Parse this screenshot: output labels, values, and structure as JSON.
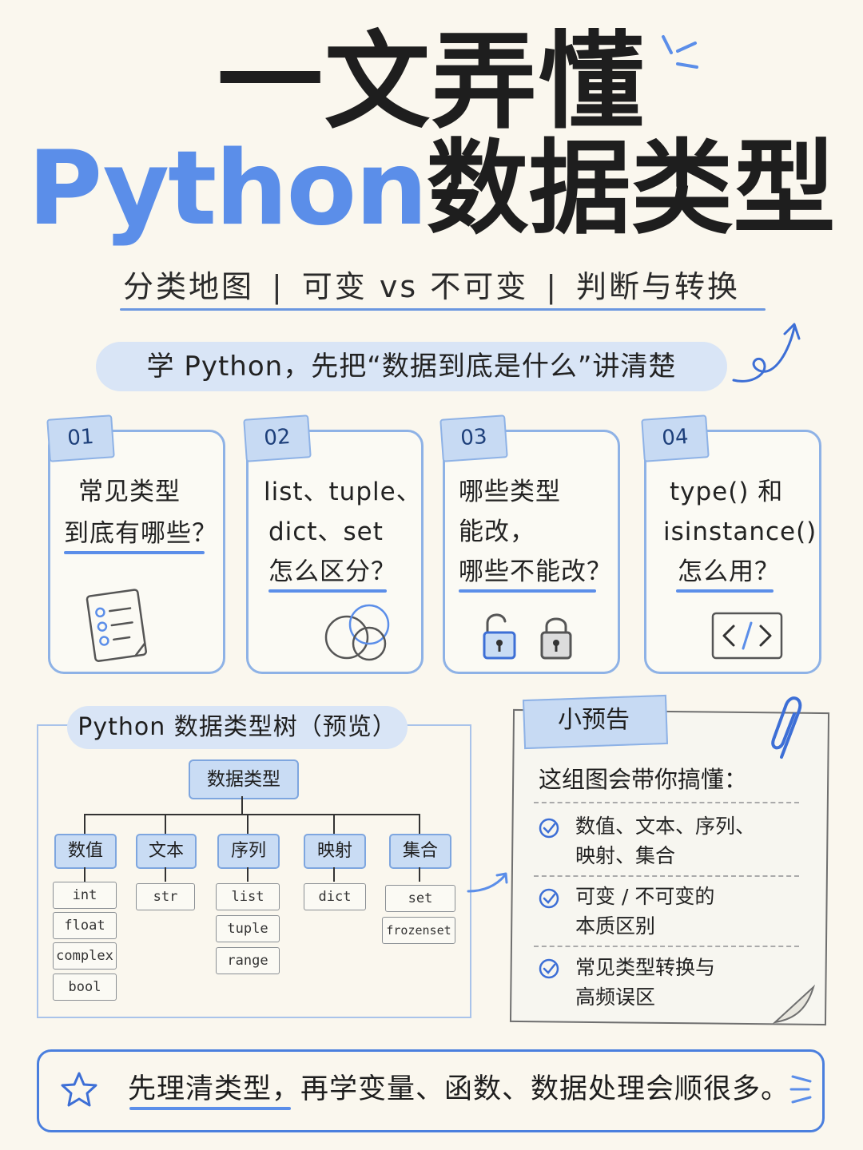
{
  "title": {
    "line1": "一文弄懂",
    "line2_highlight": "Python",
    "line2_rest": "数据类型"
  },
  "subtitle": {
    "parts": [
      "分类地图",
      "可变 vs 不可变",
      "判断与转换"
    ],
    "separator": "|"
  },
  "banner": "学 Python，先把“数据到底是什么”讲清楚",
  "cards": [
    {
      "num": "01",
      "lines": [
        "常见类型",
        "到底有哪些？"
      ],
      "icon": "document-list-icon"
    },
    {
      "num": "02",
      "lines": [
        "list、tuple、",
        "dict、set",
        "怎么区分？"
      ],
      "icon": "venn-circles-icon"
    },
    {
      "num": "03",
      "lines": [
        "哪些类型",
        "能改，",
        "哪些不能改？"
      ],
      "icon": "lock-icons"
    },
    {
      "num": "04",
      "lines": [
        "type() 和",
        "isinstance()",
        "怎么用？"
      ],
      "icon": "code-icon"
    }
  ],
  "tree": {
    "title": "Python 数据类型树（预览）",
    "root": "数据类型",
    "categories": [
      {
        "label": "数值",
        "leaves": [
          "int",
          "float",
          "complex",
          "bool"
        ]
      },
      {
        "label": "文本",
        "leaves": [
          "str"
        ]
      },
      {
        "label": "序列",
        "leaves": [
          "list",
          "tuple",
          "range"
        ]
      },
      {
        "label": "映射",
        "leaves": [
          "dict"
        ]
      },
      {
        "label": "集合",
        "leaves": [
          "set",
          "frozenset"
        ]
      }
    ]
  },
  "preview": {
    "tag": "小预告",
    "intro": "这组图会带你搞懂：",
    "items": [
      [
        "数值、文本、序列、",
        "映射、集合"
      ],
      [
        "可变 / 不可变的",
        "本质区别"
      ],
      [
        "常见类型转换与",
        "高频误区"
      ]
    ]
  },
  "bottom": {
    "highlight": "先理清类型",
    "rest": "，再学变量、函数、数据处理会顺很多。"
  },
  "colors": {
    "accent": "#5b8ee9",
    "card_border": "#8eb2e6",
    "tag_fill": "#c7daf3",
    "background": "#faf7ee"
  }
}
